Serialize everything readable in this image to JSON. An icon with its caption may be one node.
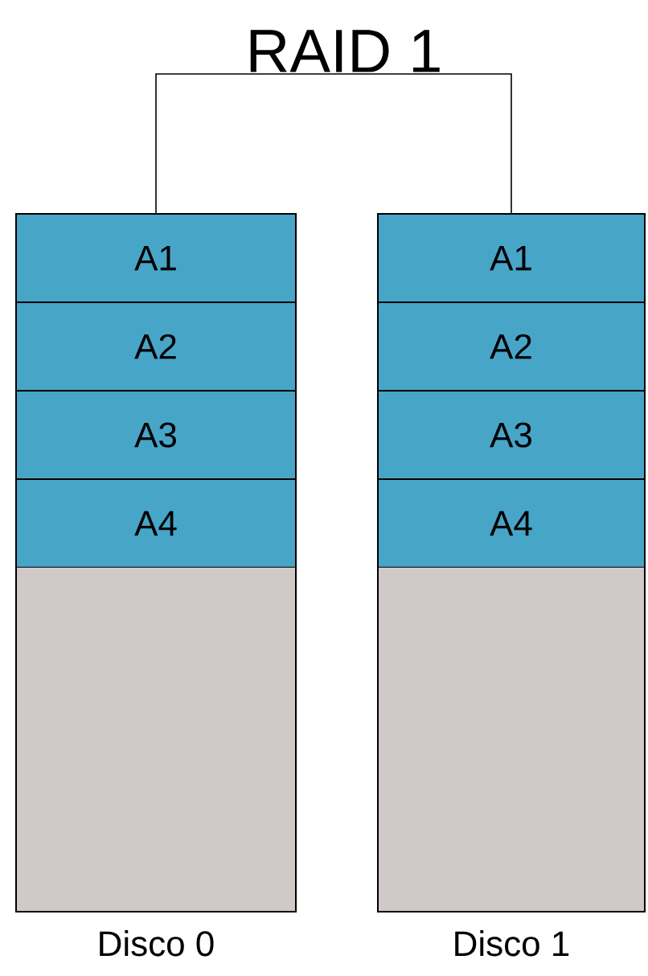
{
  "diagram": {
    "nodes": [
      {
        "text": [
          "RAID 1"
        ]
      },
      {
        "text": [
          "Disco 0"
        ]
      },
      {
        "text": [
          "A1"
        ],
        "in": 1
      },
      {
        "text": [
          "A2"
        ],
        "in": 1
      },
      {
        "text": [
          "A3"
        ],
        "in": 1
      },
      {
        "text": [
          "A4"
        ],
        "in": 1
      },
      {
        "text": [
          "Disco 1"
        ]
      },
      {
        "text": [
          "A1"
        ],
        "in": 6
      },
      {
        "text": [
          "A2"
        ],
        "in": 6
      },
      {
        "text": [
          "A3"
        ],
        "in": 6
      },
      {
        "text": [
          "A4"
        ],
        "in": 6
      }
    ],
    "edges": [
      {
        "from": 0,
        "to": 1,
        "arrow": "none"
      },
      {
        "from": 0,
        "to": 6,
        "arrow": "none"
      }
    ]
  }
}
